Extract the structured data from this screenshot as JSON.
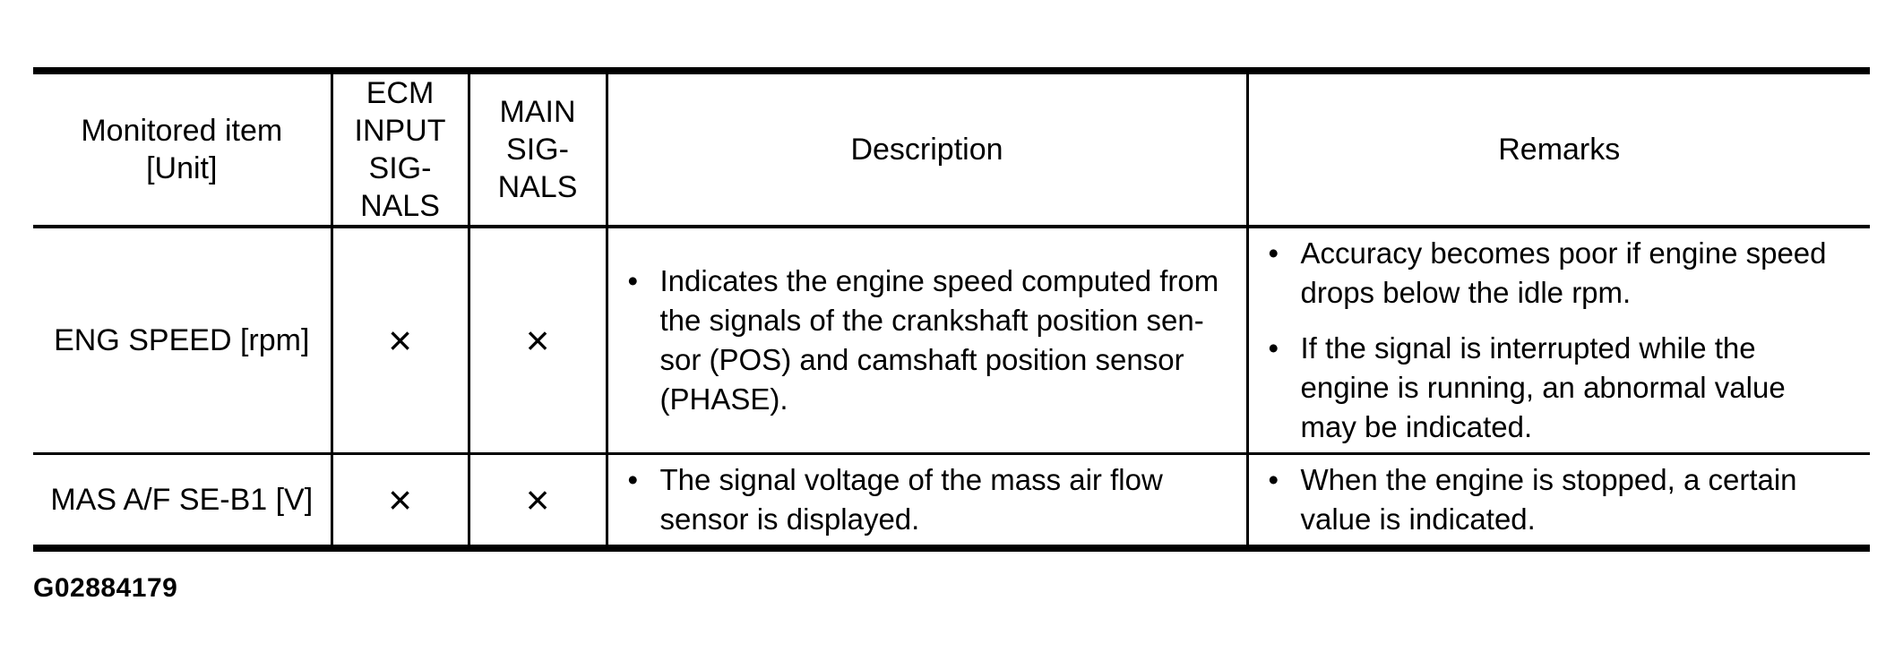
{
  "page": {
    "figure_id": "G02884179"
  },
  "colors": {
    "ink": "#000000",
    "paper": "#ffffff"
  },
  "table": {
    "columns": [
      {
        "label": "Monitored item\n[Unit]"
      },
      {
        "label": "ECM\nINPUT\nSIG-\nNALS"
      },
      {
        "label": "MAIN\nSIG-\nNALS"
      },
      {
        "label": "Description"
      },
      {
        "label": "Remarks"
      }
    ],
    "rows": [
      {
        "item": "ENG SPEED [rpm]",
        "ecm_input_signal": "×",
        "main_signal": "×",
        "description": [
          "Indicates the engine speed computed from\nthe signals of the crankshaft position sen-\nsor (POS) and camshaft position sensor\n(PHASE)."
        ],
        "remarks": [
          "Accuracy becomes poor if engine speed\ndrops below the idle rpm.",
          "If the signal is interrupted while the\nengine is running, an abnormal value\nmay be indicated."
        ]
      },
      {
        "item": "MAS A/F SE-B1 [V]",
        "ecm_input_signal": "×",
        "main_signal": "×",
        "description": [
          "The signal voltage of the mass air flow\nsensor is displayed."
        ],
        "remarks": [
          "When the engine is stopped, a certain\nvalue is indicated."
        ]
      }
    ]
  }
}
